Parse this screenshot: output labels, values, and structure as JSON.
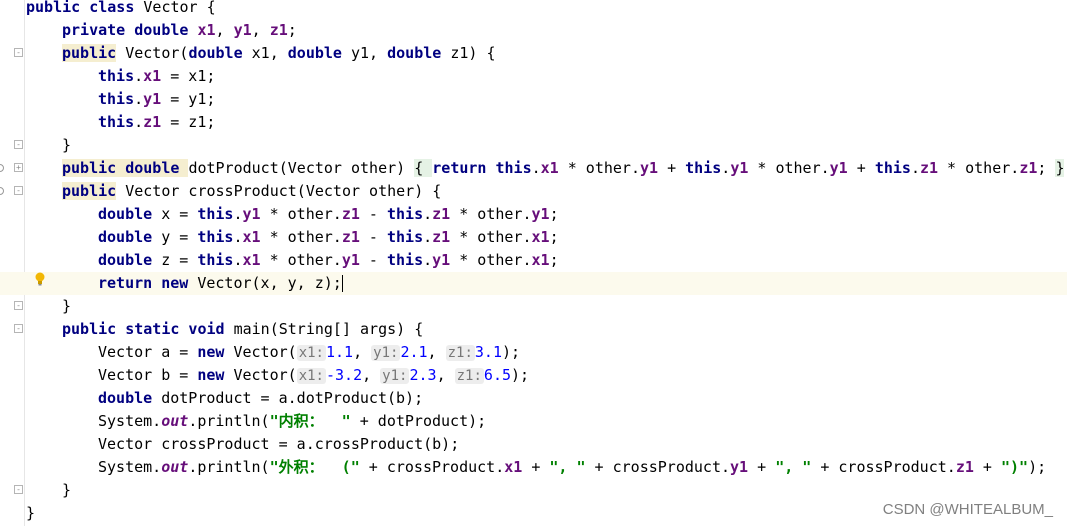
{
  "code": {
    "l1": {
      "a": "public class ",
      "b": "Vector {"
    },
    "l2": {
      "a": "private double ",
      "b": "x1",
      "c": ", ",
      "d": "y1",
      "e": ", ",
      "f": "z1",
      "g": ";"
    },
    "l3": {
      "a": "public",
      "b": " Vector(",
      "c": "double",
      "d": " x1, ",
      "e": "double",
      "f": " y1, ",
      "g": "double",
      "h": " z1) {"
    },
    "l4": {
      "a": "this",
      "b": ".",
      "c": "x1",
      "d": " = x1;"
    },
    "l5": {
      "a": "this",
      "b": ".",
      "c": "y1",
      "d": " = y1;"
    },
    "l6": {
      "a": "this",
      "b": ".",
      "c": "z1",
      "d": " = z1;"
    },
    "l7": {
      "a": "}"
    },
    "l8": {
      "a": "public double ",
      "b": "dotProduct(Vector other) ",
      "c": "{ ",
      "d": "return this",
      "e": ".",
      "f": "x1",
      "g": " * other.",
      "h": "y1",
      "i": " + ",
      "j": "this",
      "k": ".",
      "l": "y1",
      "m": " * other.",
      "n": "y1",
      "o": " + ",
      "p": "this",
      "q": ".",
      "r": "z1",
      "s": " * other.",
      "t": "z1",
      "u": "; ",
      "v": "}"
    },
    "l9": {
      "a": "public",
      "b": " Vector crossProduct(Vector other) {"
    },
    "l10": {
      "a": "double",
      "b": " x = ",
      "c": "this",
      "d": ".",
      "e": "y1",
      "f": " * other.",
      "g": "z1",
      "h": " - ",
      "i": "this",
      "j": ".",
      "k": "z1",
      "l": " * other.",
      "m": "y1",
      "n": ";"
    },
    "l11": {
      "a": "double",
      "b": " y = ",
      "c": "this",
      "d": ".",
      "e": "x1",
      "f": " * other.",
      "g": "z1",
      "h": " - ",
      "i": "this",
      "j": ".",
      "k": "z1",
      "l": " * other.",
      "m": "x1",
      "n": ";"
    },
    "l12": {
      "a": "double",
      "b": " z = ",
      "c": "this",
      "d": ".",
      "e": "x1",
      "f": " * other.",
      "g": "y1",
      "h": " - ",
      "i": "this",
      "j": ".",
      "k": "y1",
      "l": " * other.",
      "m": "x1",
      "n": ";"
    },
    "l13": {
      "a": "return new ",
      "b": "Vector(x, y, z);"
    },
    "l14": {
      "a": "}"
    },
    "l15": {
      "a": "public static void ",
      "b": "main(String[] args) {"
    },
    "l16": {
      "a": "Vector a = ",
      "b": "new ",
      "c": "Vector(",
      "h1": "x1:",
      "v1": "1.1",
      "s1": ", ",
      "h2": "y1:",
      "v2": "2.1",
      "s2": ", ",
      "h3": "z1:",
      "v3": "3.1",
      "e": ");"
    },
    "l17": {
      "a": "Vector b = ",
      "b": "new ",
      "c": "Vector(",
      "h1": "x1:",
      "v1": "-3.2",
      "s1": ", ",
      "h2": "y1:",
      "v2": "2.3",
      "s2": ", ",
      "h3": "z1:",
      "v3": "6.5",
      "e": ");"
    },
    "l18": {
      "a": "double",
      "b": " dotProduct = a.dotProduct(b);"
    },
    "l19": {
      "a": "System.",
      "b": "out",
      "c": ".println(",
      "d": "\"内积：  \"",
      "e": " + dotProduct);"
    },
    "l20": {
      "a": "Vector crossProduct = a.crossProduct(b);"
    },
    "l21": {
      "a": "System.",
      "b": "out",
      "c": ".println(",
      "d": "\"外积：  (\"",
      "e": " + crossProduct.",
      "f": "x1",
      "g": " + ",
      "h": "\", \"",
      "i": " + crossProduct.",
      "j": "y1",
      "k": " + ",
      "l": "\", \"",
      "m": " + crossProduct.",
      "n": "z1",
      "o": " + ",
      "p": "\")\"",
      "q": ");"
    },
    "l22": {
      "a": "}"
    },
    "l23": {
      "a": "}"
    }
  },
  "watermark": "CSDN @WHITEALBUM_"
}
